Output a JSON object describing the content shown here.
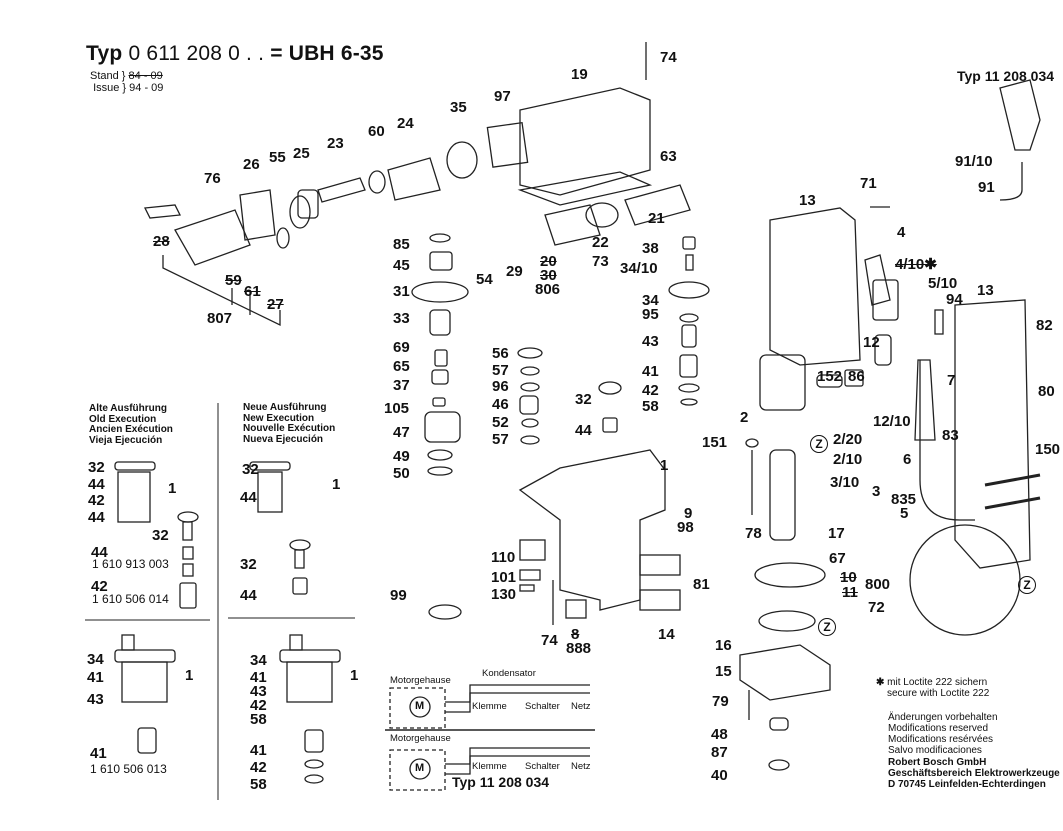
{
  "header": {
    "title_prefix": "Typ",
    "title_code": "0 611 208 0 . .",
    "title_model": "= UBH 6-35",
    "stand_label": "Stand",
    "issue_label": "Issue",
    "stand_value": "84 - 09",
    "issue_value": "94 - 09"
  },
  "switch_variant": {
    "title": "Typ 11 208 034",
    "labels": [
      "91/10",
      "91"
    ]
  },
  "execution": {
    "old": [
      "Alte Ausführung",
      "Old Execution",
      "Ancien Exécution",
      "Vieja Ejecución"
    ],
    "new": [
      "Neue Ausführung",
      "New Execution",
      "Nouvelle Exécution",
      "Nueva Ejecución"
    ]
  },
  "detail_old_top": {
    "labels": [
      "32",
      "44",
      "42",
      "44",
      "1",
      "32",
      "44",
      "42"
    ],
    "part_numbers": [
      "1 610 913 003",
      "1 610 506 014"
    ]
  },
  "detail_new_top": {
    "labels": [
      "32",
      "44",
      "1",
      "32",
      "44"
    ]
  },
  "detail_old_bottom": {
    "labels": [
      "34",
      "41",
      "43",
      "1",
      "41"
    ],
    "part_numbers": [
      "1 610 506 013"
    ]
  },
  "detail_new_bottom": {
    "labels": [
      "34",
      "41",
      "43",
      "42",
      "58",
      "1",
      "41",
      "42",
      "58"
    ]
  },
  "parts_labels": {
    "l76": "76",
    "l26": "26",
    "l55": "55",
    "l25": "25",
    "l23": "23",
    "l60": "60",
    "l24": "24",
    "l35": "35",
    "l97": "97",
    "l19": "19",
    "l74a": "74",
    "l63": "63",
    "l28": "28",
    "l59": "59",
    "l61": "61",
    "l27": "27",
    "l807": "807",
    "l85": "85",
    "l45": "45",
    "l31": "31",
    "l33": "33",
    "l69": "69",
    "l65": "65",
    "l37": "37",
    "l105": "105",
    "l47": "47",
    "l49": "49",
    "l50": "50",
    "l54": "54",
    "l29": "29",
    "l20": "20",
    "l30": "30",
    "l806": "806",
    "l73": "73",
    "l22": "22",
    "l21": "21",
    "l38": "38",
    "l3410": "34/10",
    "l34": "34",
    "l95": "95",
    "l43": "43",
    "l41": "41",
    "l42": "42",
    "l58": "58",
    "l56": "56",
    "l57a": "57",
    "l96": "96",
    "l46": "46",
    "l52": "52",
    "l57b": "57",
    "l32": "32",
    "l44": "44",
    "l1": "1",
    "l9": "9",
    "l98": "98",
    "l110": "110",
    "l101": "101",
    "l130": "130",
    "l99": "99",
    "l81": "81",
    "l74b": "74",
    "l8": "8",
    "l888": "888",
    "l14": "14",
    "l71": "71",
    "l13a": "13",
    "l4": "4",
    "l410": "4/10✱",
    "l510": "5/10",
    "l94": "94",
    "l13b": "13",
    "l82": "82",
    "l12": "12",
    "l152": "152",
    "l86": "86",
    "l7": "7",
    "l80": "80",
    "l1210": "12/10",
    "l83": "83",
    "l2": "2",
    "l220": "2/20",
    "l210": "2/10",
    "l151": "151",
    "l310": "3/10",
    "l3": "3",
    "l6": "6",
    "l150": "150",
    "l835": "835",
    "l5": "5",
    "l78": "78",
    "l17": "17",
    "l67": "67",
    "l10": "10",
    "l11": "11",
    "l800": "800",
    "l72": "72",
    "l16": "16",
    "l15": "15",
    "l79": "79",
    "l48": "48",
    "l87": "87",
    "l40": "40",
    "z1": "Z",
    "z2": "Z",
    "z3": "Z"
  },
  "wiring": {
    "top": {
      "housing": "Motorgehause",
      "capacitor": "Kondensator",
      "terminal": "Klemme",
      "switch": "Schalter",
      "mains": "Netz",
      "motor": "M"
    },
    "bottom": {
      "housing": "Motorgehause",
      "terminal": "Klemme",
      "switch": "Schalter",
      "mains": "Netz",
      "motor": "M",
      "type": "Typ 11 208 034"
    }
  },
  "notes": {
    "loctite_de": "mit Loctite 222 sichern",
    "loctite_en": "secure with Loctite 222",
    "mods": [
      "Änderungen vorbehalten",
      "Modifications reserved",
      "Modifications resérvées",
      "Salvo modificaciones"
    ],
    "company": [
      "Robert Bosch GmbH",
      "Geschäftsbereich Elektrowerkzeuge",
      "D 70745 Leinfelden-Echterdingen"
    ]
  }
}
